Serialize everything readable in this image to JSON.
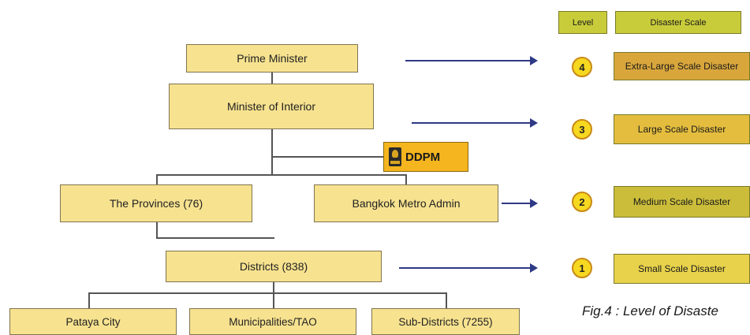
{
  "org_chart": {
    "prime_minister": "Prime Minister",
    "minister_interior": "Minister of Interior",
    "ddpm": "DDPM",
    "provinces": "The Provinces (76)",
    "bangkok": "Bangkok Metro Admin",
    "districts": "Districts (838)",
    "pataya": "Pataya City",
    "municipalities": "Municipalities/TAO",
    "subdistricts": "Sub-Districts (7255)"
  },
  "legend": {
    "level_header": "Level",
    "scale_header": "Disaster Scale",
    "levels": [
      {
        "level": "4",
        "scale": "Extra-Large Scale Disaster",
        "color": "#d9a63c"
      },
      {
        "level": "3",
        "scale": "Large Scale Disaster",
        "color": "#e4bd3e"
      },
      {
        "level": "2",
        "scale": "Medium Scale Disaster",
        "color": "#cbbd3a"
      },
      {
        "level": "1",
        "scale": "Small Scale Disaster",
        "color": "#e8d24c"
      }
    ]
  },
  "caption": "Fig.4 : Level of Disaste",
  "colors": {
    "box_fill": "#f7e28f",
    "ddpm_fill": "#f5b51f",
    "arrow": "#2e3a85",
    "header_fill": "#c8cc3a",
    "circle_fill": "#f6d820"
  }
}
